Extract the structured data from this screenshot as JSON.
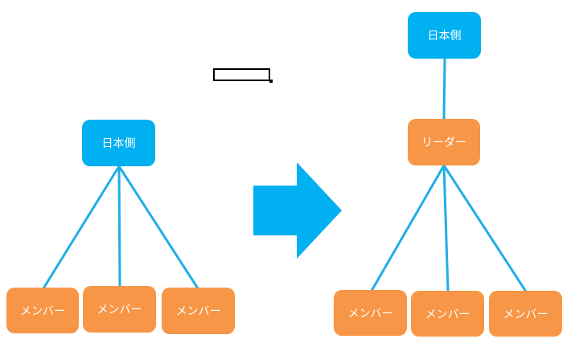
{
  "before": {
    "top_node": "日本側",
    "members": [
      "メンバー",
      "メンバー",
      "メンバー"
    ]
  },
  "after": {
    "top_node": "日本側",
    "leader": "リーダー",
    "members": [
      "メンバー",
      "メンバー",
      "メンバー"
    ]
  },
  "colors": {
    "blue": "#00b0f0",
    "orange": "#f79646",
    "line": "#1faee6"
  },
  "icons": {
    "transition": "right-arrow-icon"
  }
}
